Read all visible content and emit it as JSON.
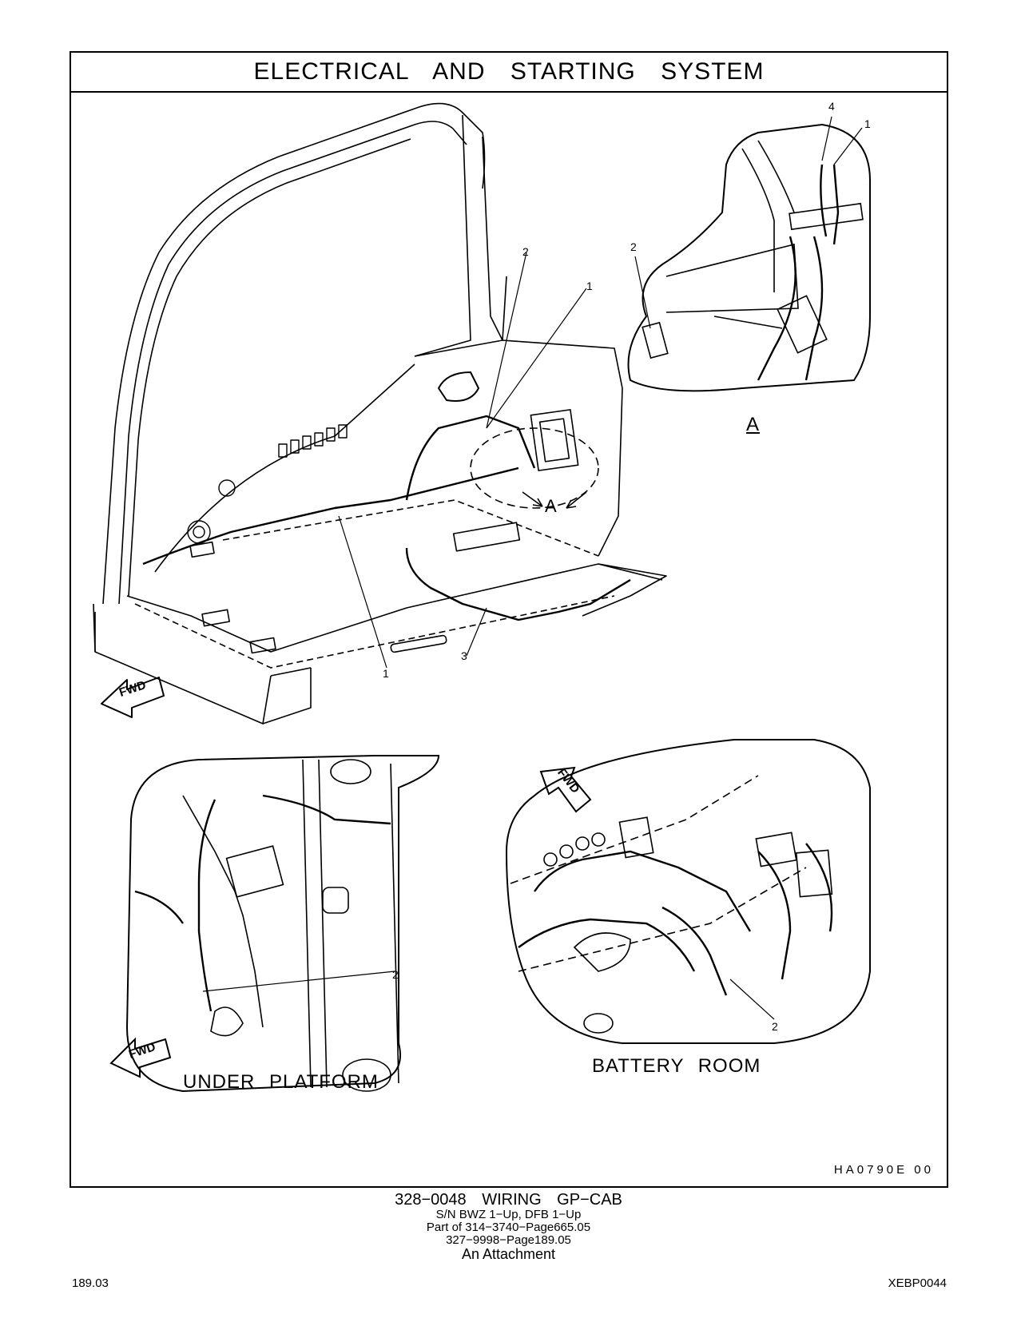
{
  "title": "ELECTRICAL AND STARTING SYSTEM",
  "callouts": {
    "main_1_floor": "1",
    "main_1_top": "1",
    "main_2": "2",
    "main_3": "3",
    "view_marker": "A",
    "detail_a_1": "1",
    "detail_a_2": "2",
    "detail_a_4": "4",
    "under_2": "2",
    "battery_2": "2"
  },
  "arrows": {
    "fwd_main": "FWD",
    "fwd_under": "FWD",
    "fwd_battery": "FWD"
  },
  "views": {
    "detail_a": "A",
    "under_platform": "UNDER PLATFORM",
    "battery_room": "BATTERY ROOM"
  },
  "drawing_code": "HA0790E 00",
  "caption": {
    "main": "328−0048 WIRING GP−CAB",
    "serial": "S/N BWZ 1−Up, DFB 1−Up",
    "part_of": "Part of 314−3740−Page665.05",
    "ref": "327−9998−Page189.05",
    "attachment": "An Attachment"
  },
  "footer": {
    "page": "189.03",
    "doc_id": "XEBP0044"
  }
}
